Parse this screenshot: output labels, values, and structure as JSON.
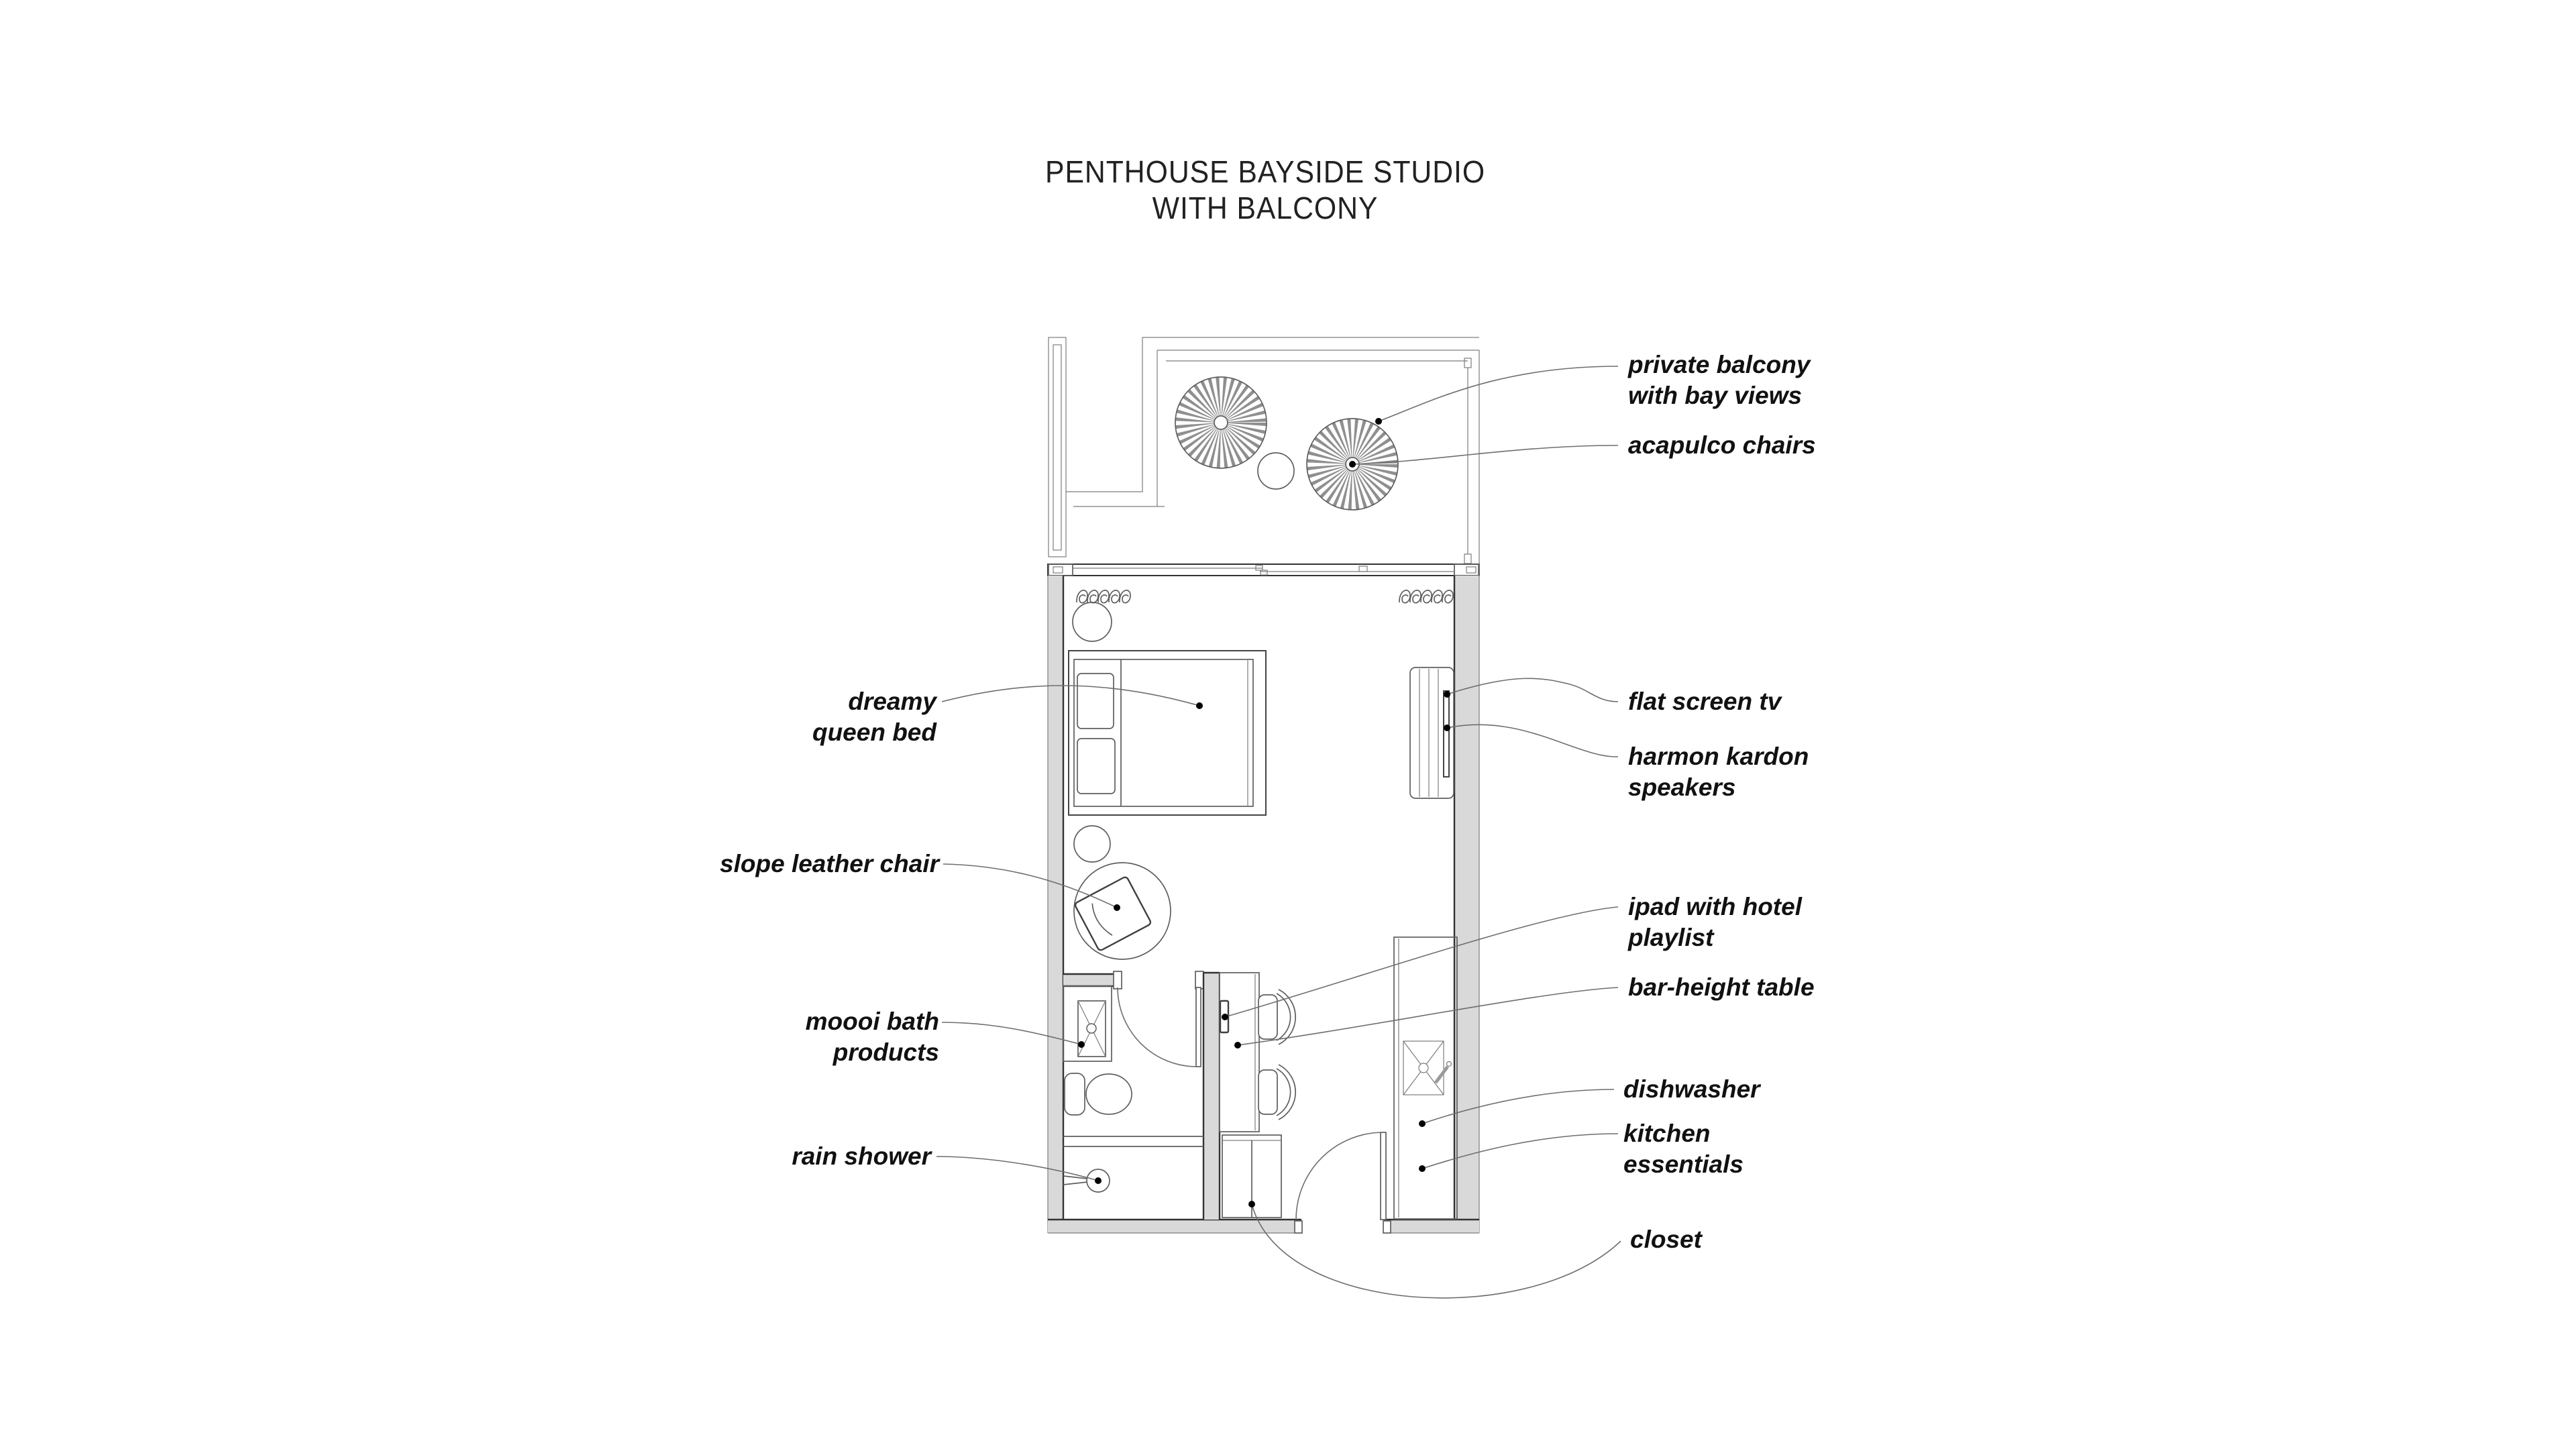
{
  "title": {
    "line1": "PENTHOUSE BAYSIDE STUDIO",
    "line2": "WITH BALCONY"
  },
  "labels": {
    "private_balcony": [
      "private balcony",
      "with bay views"
    ],
    "acapulco_chairs": [
      "acapulco chairs"
    ],
    "dreamy_queen_bed": [
      "dreamy",
      "queen bed"
    ],
    "flat_screen_tv": [
      "flat screen tv"
    ],
    "harmon_kardon_speakers": [
      "harmon kardon",
      "speakers"
    ],
    "slope_leather_chair": [
      "slope leather chair"
    ],
    "ipad_with_hotel_playlist": [
      "ipad with hotel",
      "playlist"
    ],
    "bar_height_table": [
      "bar-height table"
    ],
    "moooi_bath_products": [
      "moooi bath",
      "products"
    ],
    "dishwasher": [
      "dishwasher"
    ],
    "rain_shower": [
      "rain shower"
    ],
    "kitchen_essentials": [
      "kitchen",
      "essentials"
    ],
    "closet": [
      "closet"
    ]
  },
  "colors": {
    "wall_fill": "#d9d9d9",
    "wall_line": "#333333",
    "furniture_line": "#5f5f5f",
    "leader_line": "#6e6e6e",
    "label_text": "#111111",
    "title_text": "#222222"
  }
}
